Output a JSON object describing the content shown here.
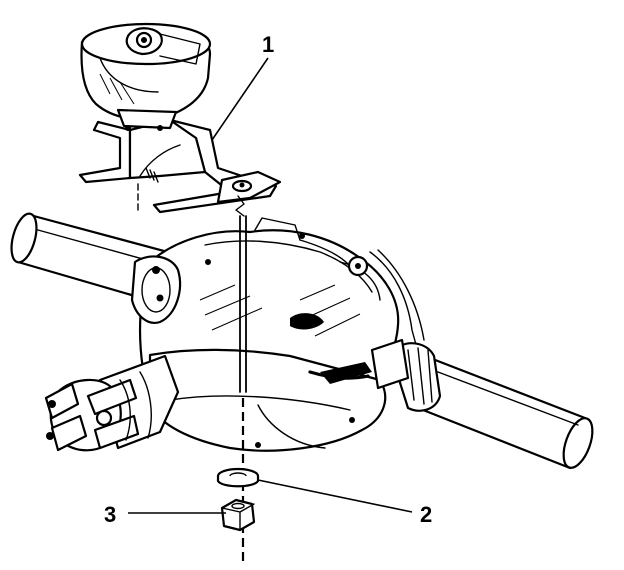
{
  "callouts": [
    {
      "id": "callout-1",
      "text": "1"
    },
    {
      "id": "callout-2",
      "text": "2"
    },
    {
      "id": "callout-3",
      "text": "3"
    }
  ],
  "parts": [
    {
      "name": "rubber-bumper-and-bracket",
      "callout": "1"
    },
    {
      "name": "washer",
      "callout": "2"
    },
    {
      "name": "nut",
      "callout": "3"
    },
    {
      "name": "rear-axle-assembly"
    }
  ],
  "colors": {
    "ink": "#000000",
    "paper": "#ffffff"
  }
}
